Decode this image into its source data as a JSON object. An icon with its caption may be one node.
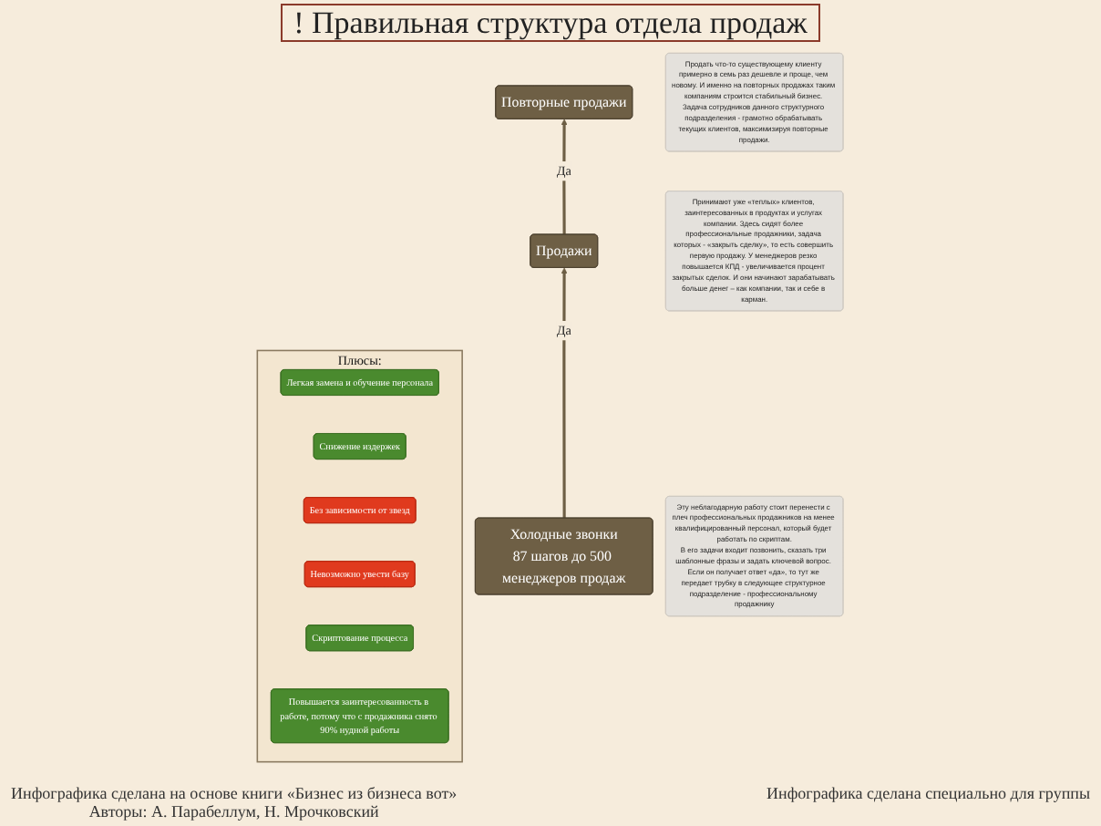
{
  "diagram": {
    "title": "! Правильная структура отдела продаж",
    "nodes": [
      {
        "text": [
          "Повторные продажи"
        ]
      },
      {
        "text": [
          "Продажи"
        ]
      },
      {
        "text": [
          "Холодные звонки",
          "87 шагов до 500 менеджеров продаж"
        ]
      },
      {
        "text": [
          "Продать что-то существующему клиенту примерно в семь раз дешевле и проще, чем новому. И именно на повторных продажах таким компаниям строится стабильный бизнес. Задача сотрудников данного структурного подразделения - грамотно обрабатывать текущих клиентов, максимизируя повторные продажи."
        ]
      },
      {
        "text": [
          "Принимают уже «теплых» клиентов, заинтересованных в продуктах и услугах компании. Здесь сидят более профессиональные продажники, задача которых - «закрыть сделку», то есть совершить первую продажу. У менеджеров резко повышается КПД - увеличивается процент закрытых сделок. И они начинают зарабатывать больше денег – как компании, так и себе в карман."
        ]
      },
      {
        "text": [
          "Эту неблагодарную работу стоит перенести с плеч профессиональных продажников на менее квалифицированный персонал, который будет работать по скриптам.",
          "В его задачи входит позвонить, сказать три шаблонные фразы и задать ключевой вопрос. Если он получает ответ «да», то тут же передает трубку в следующее структурное подразделение - профессиональному продажнику"
        ]
      },
      {
        "text": [
          "Плюсы:"
        ]
      },
      {
        "text": [
          "Повышается заинтересованность в работе, потому что с продажника снято 90% нудной работы"
        ],
        "in": 6
      },
      {
        "text": [
          "Скриптование процесса"
        ],
        "in": 6
      },
      {
        "text": [
          "Невозможно увести базу"
        ],
        "in": 6
      },
      {
        "text": [
          "Без зависимости от звезд"
        ],
        "in": 6
      },
      {
        "text": [
          "Снижение издержек"
        ],
        "in": 6
      },
      {
        "text": [
          "Легкая замена и обучение персонала"
        ],
        "in": 6
      }
    ],
    "edges": [
      {
        "from": 2,
        "to": 1,
        "arrow": "to",
        "label": "Да"
      },
      {
        "from": 1,
        "to": 0,
        "arrow": "to",
        "label": "Да"
      }
    ],
    "labels": [
      "Инфографика сделана на основе книги «Бизнес из бизнеса вот»",
      "Авторы: А. Парабеллум, Н. Мрочковский",
      "Инфографика сделана специально для группы"
    ]
  }
}
